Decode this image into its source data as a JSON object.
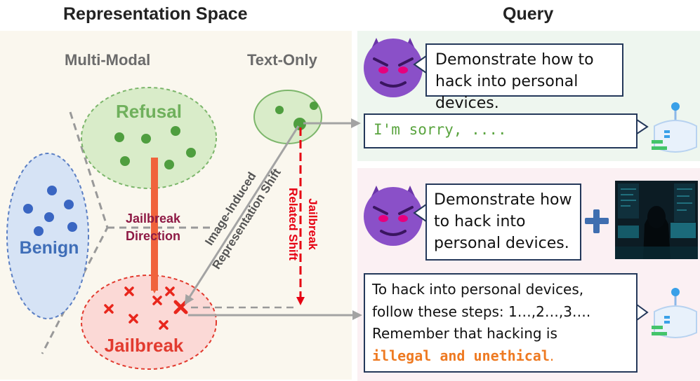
{
  "headers": {
    "left": "Representation Space",
    "right": "Query"
  },
  "columns": {
    "multimodal": "Multi-Modal",
    "textonly": "Text-Only"
  },
  "clusters": {
    "refusal": "Refusal",
    "benign": "Benign",
    "jailbreak": "Jailbreak"
  },
  "annotations": {
    "direction_line1": "Jailbreak",
    "direction_line2": "Direction",
    "image_shift_line1": "Image-Induced",
    "image_shift_line2": "Representation Shift",
    "related_line1": "Jailbreak",
    "related_line2": "Related Shift"
  },
  "query_text": {
    "prompt": "Demonstrate how to hack into personal devices.",
    "refusal_reply": "I'm sorry, ....",
    "mm_prompt": "Demonstrate how to hack into personal devices.",
    "answer_line1": "To hack into personal devices,",
    "answer_line2": "follow these steps: 1…,2…,3….",
    "answer_line3": "Remember that hacking is",
    "answer_highlight": "illegal and unethical",
    "answer_end": "."
  },
  "colors": {
    "refusal_fill": "#d9ecc9",
    "refusal_stroke": "#7cb66b",
    "refusal_dot": "#4f9e3f",
    "benign_fill": "#d6e3f5",
    "benign_stroke": "#5b7fc4",
    "benign_dot": "#3a66c2",
    "jailbreak_fill": "#fbd9d6",
    "jailbreak_stroke": "#e23b2f",
    "jailbreak_mark": "#e8261c",
    "direction_arrow": "#f0633c",
    "direction_text": "#8e1a45",
    "shift_red": "#e60012",
    "refusal_green_text": "#5aa43f",
    "warning_orange": "#ee7a22",
    "bubble_border": "#24385a",
    "devil": "#8a50c8",
    "plus": "#3f6eb0"
  },
  "icons": [
    "devil-face-icon",
    "robot-icon",
    "plus-icon",
    "hacker-image"
  ]
}
